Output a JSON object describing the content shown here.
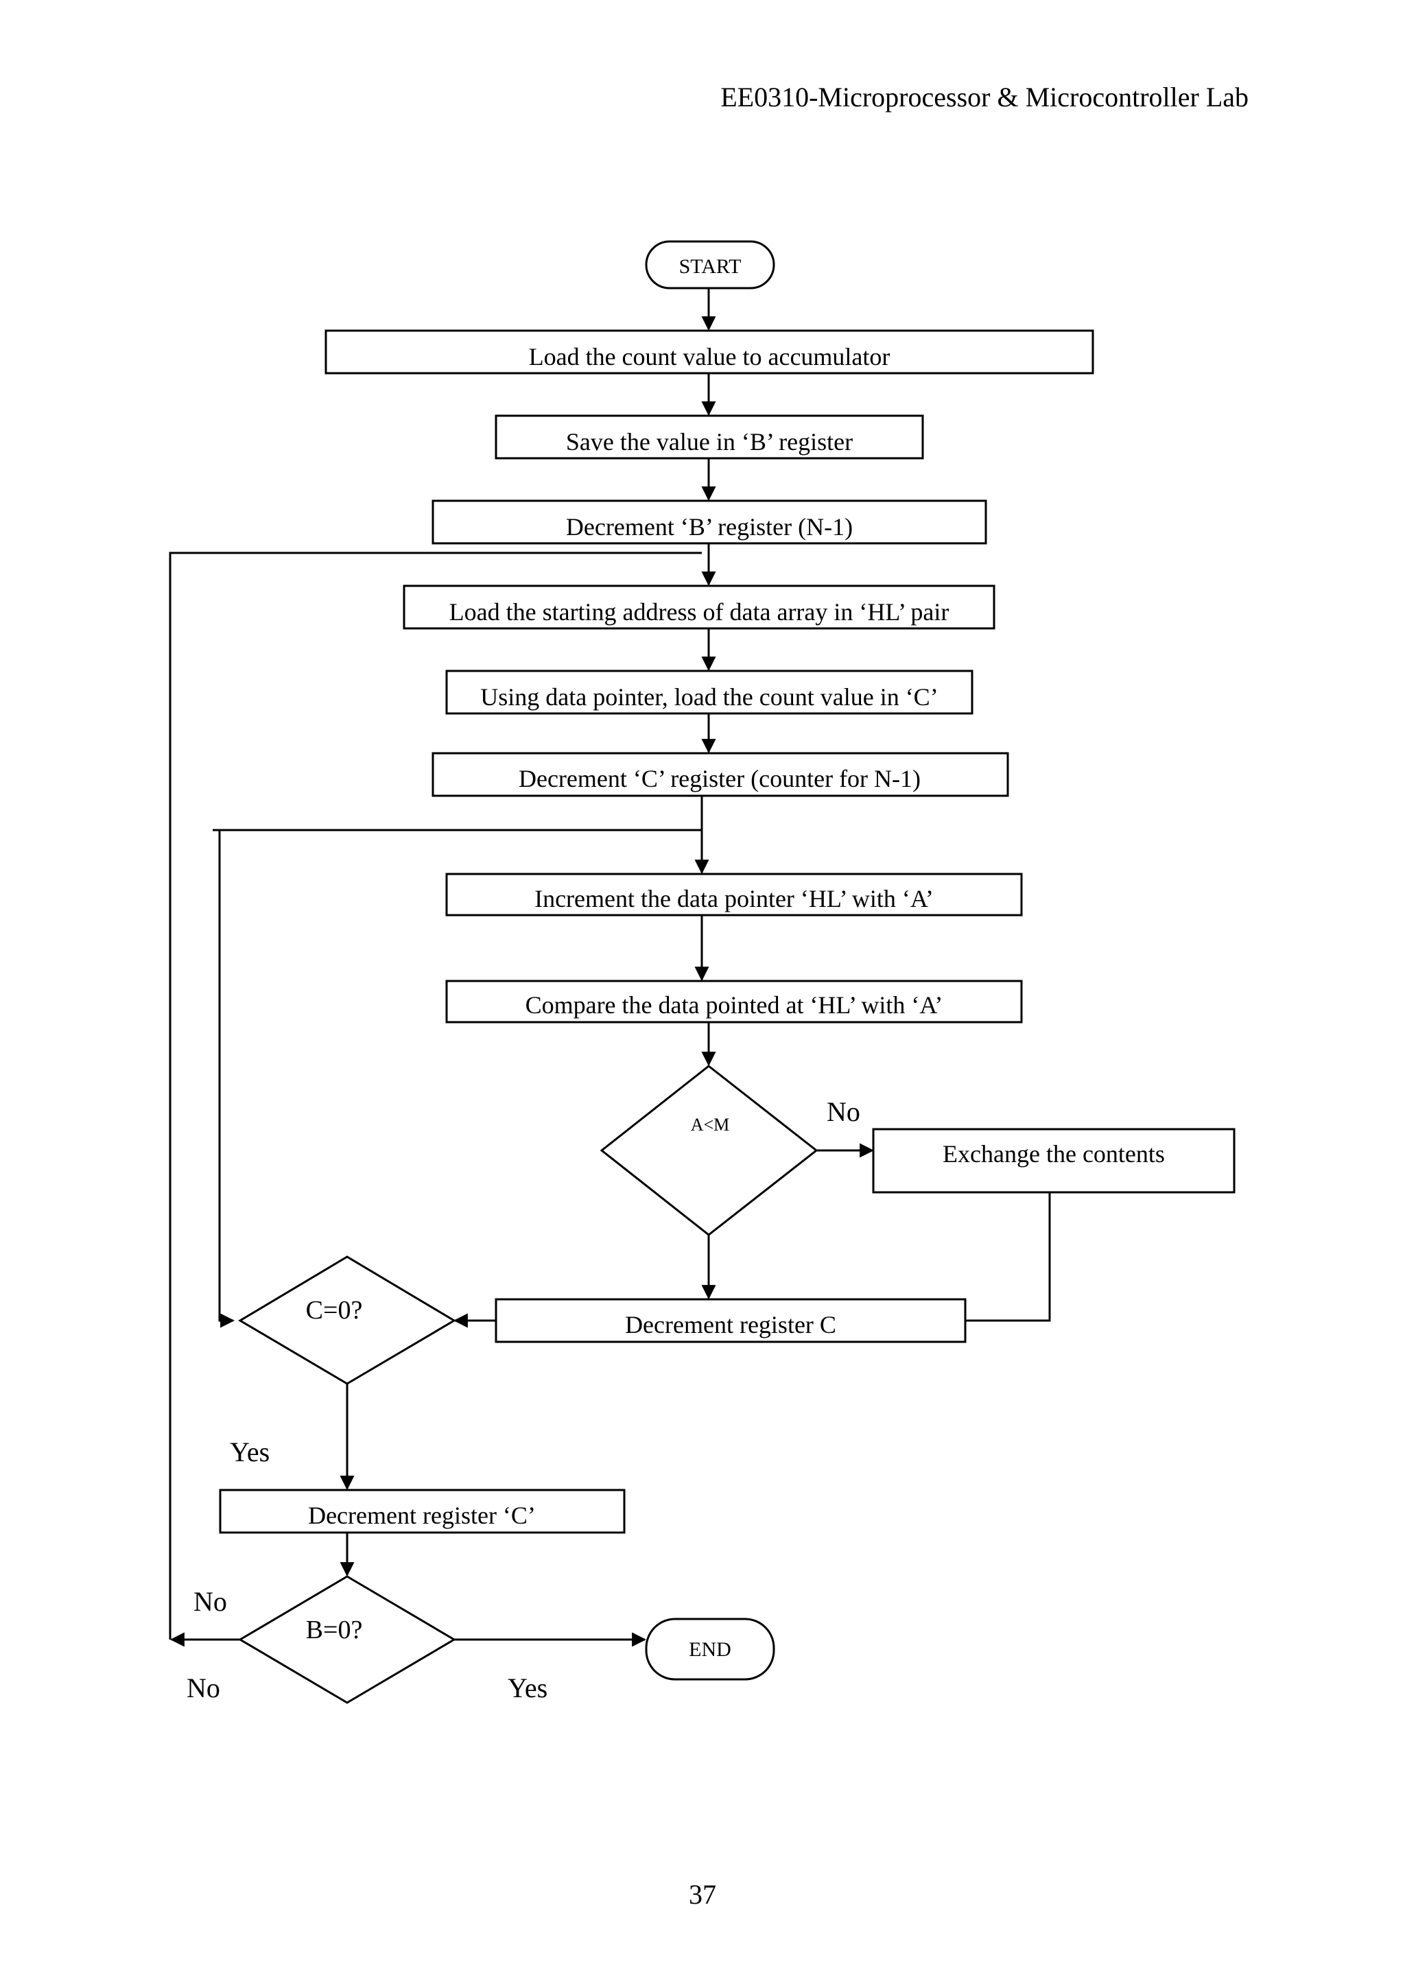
{
  "header": {
    "title": "EE0310-Microprocessor & Microcontroller Lab"
  },
  "flowchart": {
    "start": "START",
    "end": "END",
    "steps": {
      "load_count": "Load the count value to accumulator",
      "save_b": "Save the value in ‘B’ register",
      "dec_b": "Decrement ‘B’ register (N-1)",
      "load_hl": "Load the starting address of data array in ‘HL’ pair",
      "load_c": "Using data pointer, load the count value in ‘C’",
      "dec_c_n1": "Decrement ‘C’ register (counter for N-1)",
      "inc_hl": "Increment the data pointer ‘HL’ with ‘A’",
      "compare": "Compare the data pointed at ‘HL’ with ‘A’",
      "exchange": "Exchange the contents",
      "dec_c": "Decrement register C",
      "dec_c_q": "Decrement register ‘C’"
    },
    "decisions": {
      "a_lt_m": "A<M",
      "c_zero": "C=0?",
      "b_zero": "B=0?"
    },
    "branch_labels": {
      "a_lt_m_no": "No",
      "c_zero_yes": "Yes",
      "b_zero_no_upper": "No",
      "b_zero_no_lower": "No",
      "b_zero_yes": "Yes"
    }
  },
  "footer": {
    "page_number": "37"
  }
}
